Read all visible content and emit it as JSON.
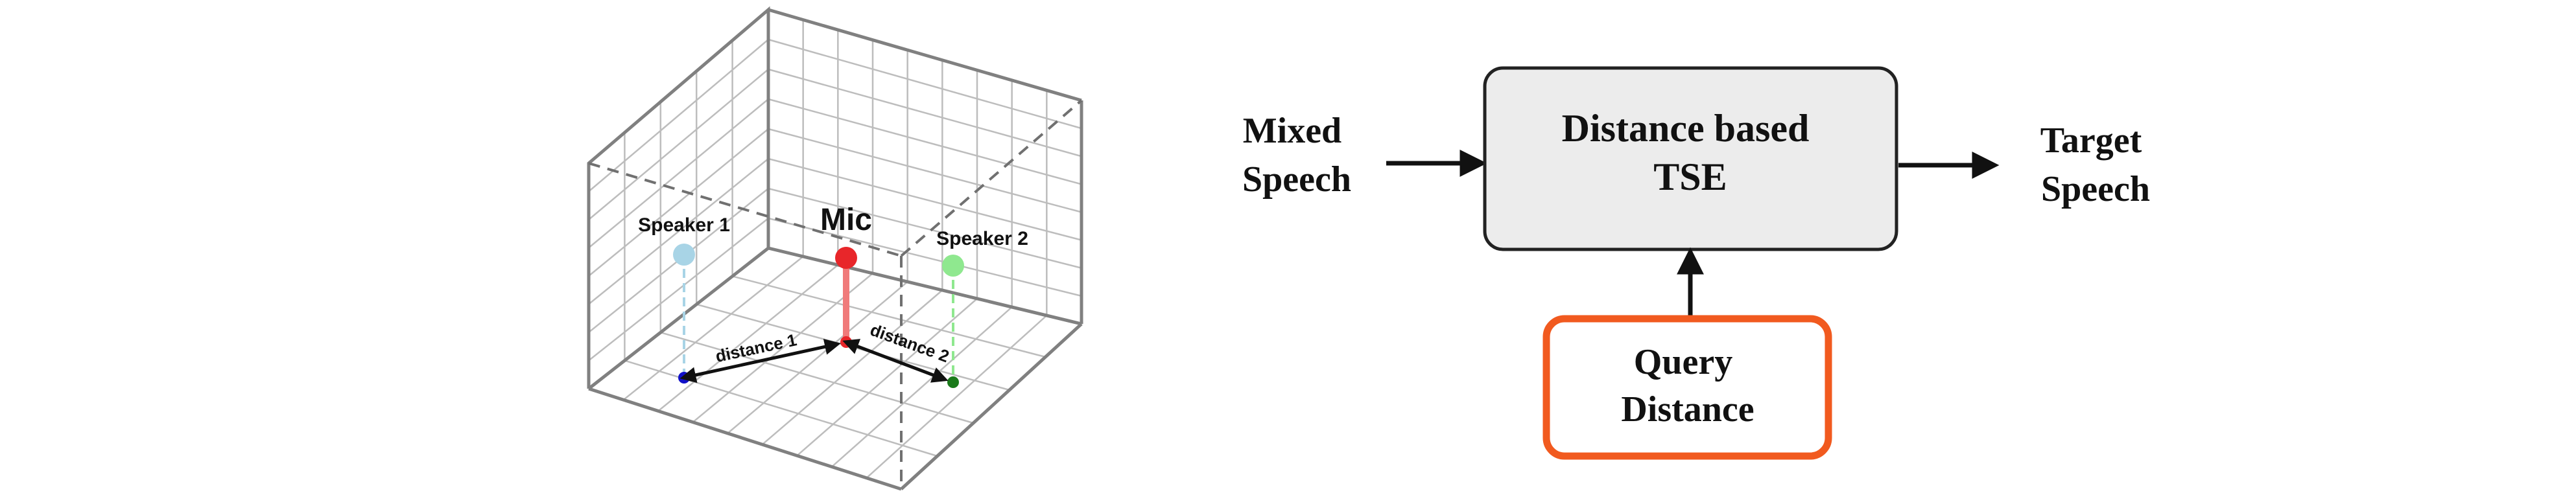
{
  "scene": {
    "mic_label": "Mic",
    "speaker1_label": "Speaker 1",
    "speaker2_label": "Speaker 2",
    "distance1_label": "distance 1",
    "distance2_label": "distance 2",
    "colors": {
      "grid": "#bdbdbd",
      "edge": "#808080",
      "mic": "#e8262a",
      "mic_stem": "#f07a7a",
      "speaker1": "#a8d4e6",
      "speaker1_ground": "#1010c8",
      "speaker2": "#8fe88f",
      "speaker2_ground": "#1a7a1a"
    }
  },
  "flow": {
    "input_label_line1": "Mixed",
    "input_label_line2": "Speech",
    "model_label_line1": "Distance based",
    "model_label_line2": "TSE",
    "output_label_line1": "Target",
    "output_label_line2": "Speech",
    "query_label_line1": "Query",
    "query_label_line2": "Distance",
    "colors": {
      "model_fill": "#ececec",
      "model_border": "#222222",
      "query_border": "#f15a1f",
      "arrow": "#111111"
    }
  }
}
